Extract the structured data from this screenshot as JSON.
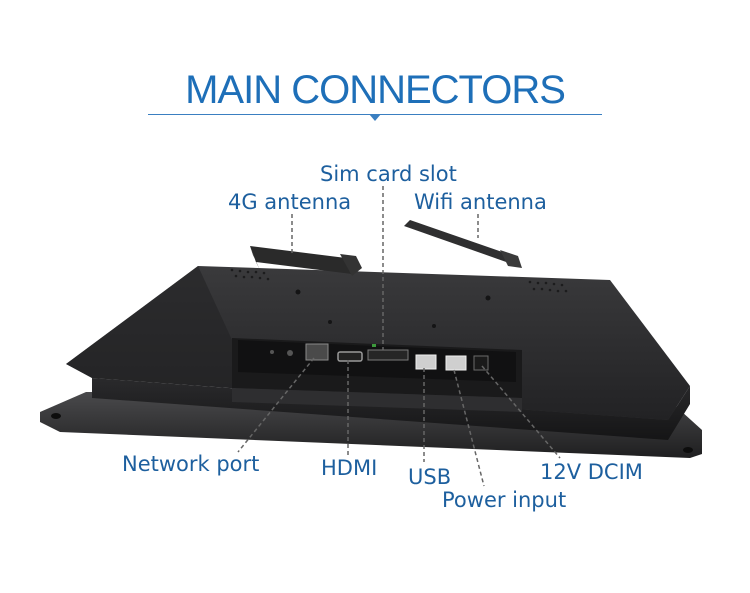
{
  "heading": "MAIN CONNECTORS",
  "labels": {
    "sim_card_slot": "Sim card slot",
    "antenna_4g": "4G antenna",
    "wifi_antenna": "Wifi antenna",
    "network_port": "Network port",
    "hdmi": "HDMI",
    "usb": "USB",
    "power_input": "Power input",
    "dc_12v": "12V DCIM"
  },
  "colors": {
    "heading": "#1e6fb8",
    "labels": "#1d5f9e",
    "device_body": "#2b2b2d",
    "leader_lines": "#666666"
  }
}
